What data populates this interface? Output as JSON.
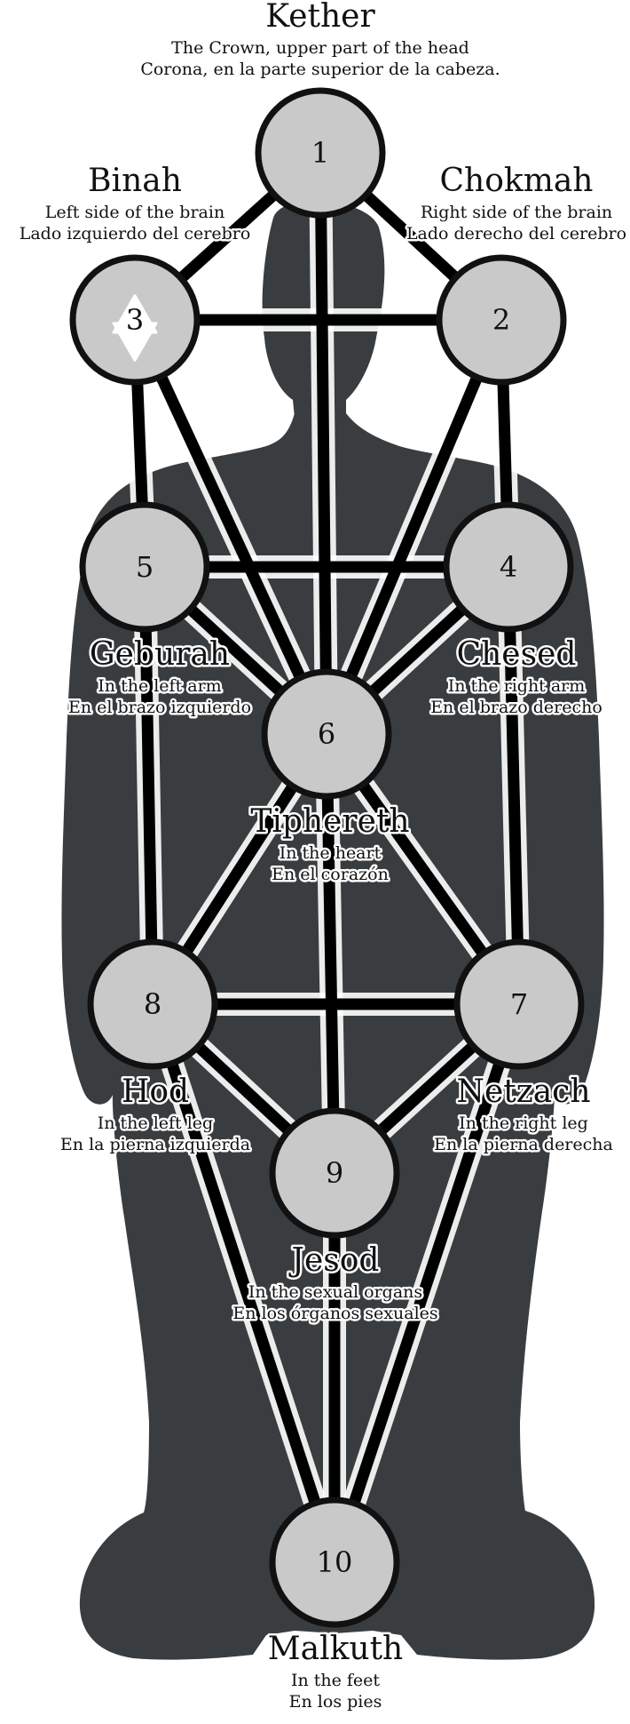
{
  "sephiroth": [
    {
      "id": "kether",
      "number": "1",
      "name": "Kether",
      "lines": [
        "The Crown, upper part of the head",
        "Corona, en la parte superior de la cabeza."
      ]
    },
    {
      "id": "chokmah",
      "number": "2",
      "name": "Chokmah",
      "lines": [
        "Right side of the brain",
        "Lado derecho del cerebro"
      ]
    },
    {
      "id": "binah",
      "number": "3",
      "name": "Binah",
      "lines": [
        "Left side of the brain",
        "Lado izquierdo del cerebro"
      ]
    },
    {
      "id": "chesed",
      "number": "4",
      "name": "Chesed",
      "lines": [
        "In the right arm",
        "En el brazo derecho"
      ]
    },
    {
      "id": "geburah",
      "number": "5",
      "name": "Geburah",
      "lines": [
        "In the left arm",
        "En el brazo izquierdo"
      ]
    },
    {
      "id": "tiphereth",
      "number": "6",
      "name": "Tiphereth",
      "lines": [
        "In the heart",
        "En el corazón"
      ]
    },
    {
      "id": "netzach",
      "number": "7",
      "name": "Netzach",
      "lines": [
        "In the right leg",
        "En la pierna derecha"
      ]
    },
    {
      "id": "hod",
      "number": "8",
      "name": "Hod",
      "lines": [
        "In the left leg",
        "En la pierna izquierda"
      ]
    },
    {
      "id": "jesod",
      "number": "9",
      "name": "Jesod",
      "lines": [
        "In the sexual organs",
        "En los órganos sexuales"
      ]
    },
    {
      "id": "malkuth",
      "number": "10",
      "name": "Malkuth",
      "lines": [
        "In the feet",
        "En los pies"
      ]
    }
  ],
  "paths": [
    [
      "1",
      "2"
    ],
    [
      "1",
      "3"
    ],
    [
      "1",
      "6"
    ],
    [
      "2",
      "3"
    ],
    [
      "2",
      "4"
    ],
    [
      "2",
      "6"
    ],
    [
      "3",
      "5"
    ],
    [
      "3",
      "6"
    ],
    [
      "4",
      "5"
    ],
    [
      "4",
      "6"
    ],
    [
      "4",
      "7"
    ],
    [
      "5",
      "6"
    ],
    [
      "5",
      "8"
    ],
    [
      "6",
      "7"
    ],
    [
      "6",
      "8"
    ],
    [
      "6",
      "9"
    ],
    [
      "7",
      "8"
    ],
    [
      "7",
      "9"
    ],
    [
      "7",
      "10"
    ],
    [
      "8",
      "9"
    ],
    [
      "8",
      "10"
    ],
    [
      "9",
      "10"
    ]
  ],
  "colors": {
    "silhouette": "#3a3d40",
    "node_fill": "#c9c9c9",
    "path": "#000000",
    "background": "#ffffff"
  },
  "icons": {
    "binah_emblem": "hexagram-icon"
  }
}
